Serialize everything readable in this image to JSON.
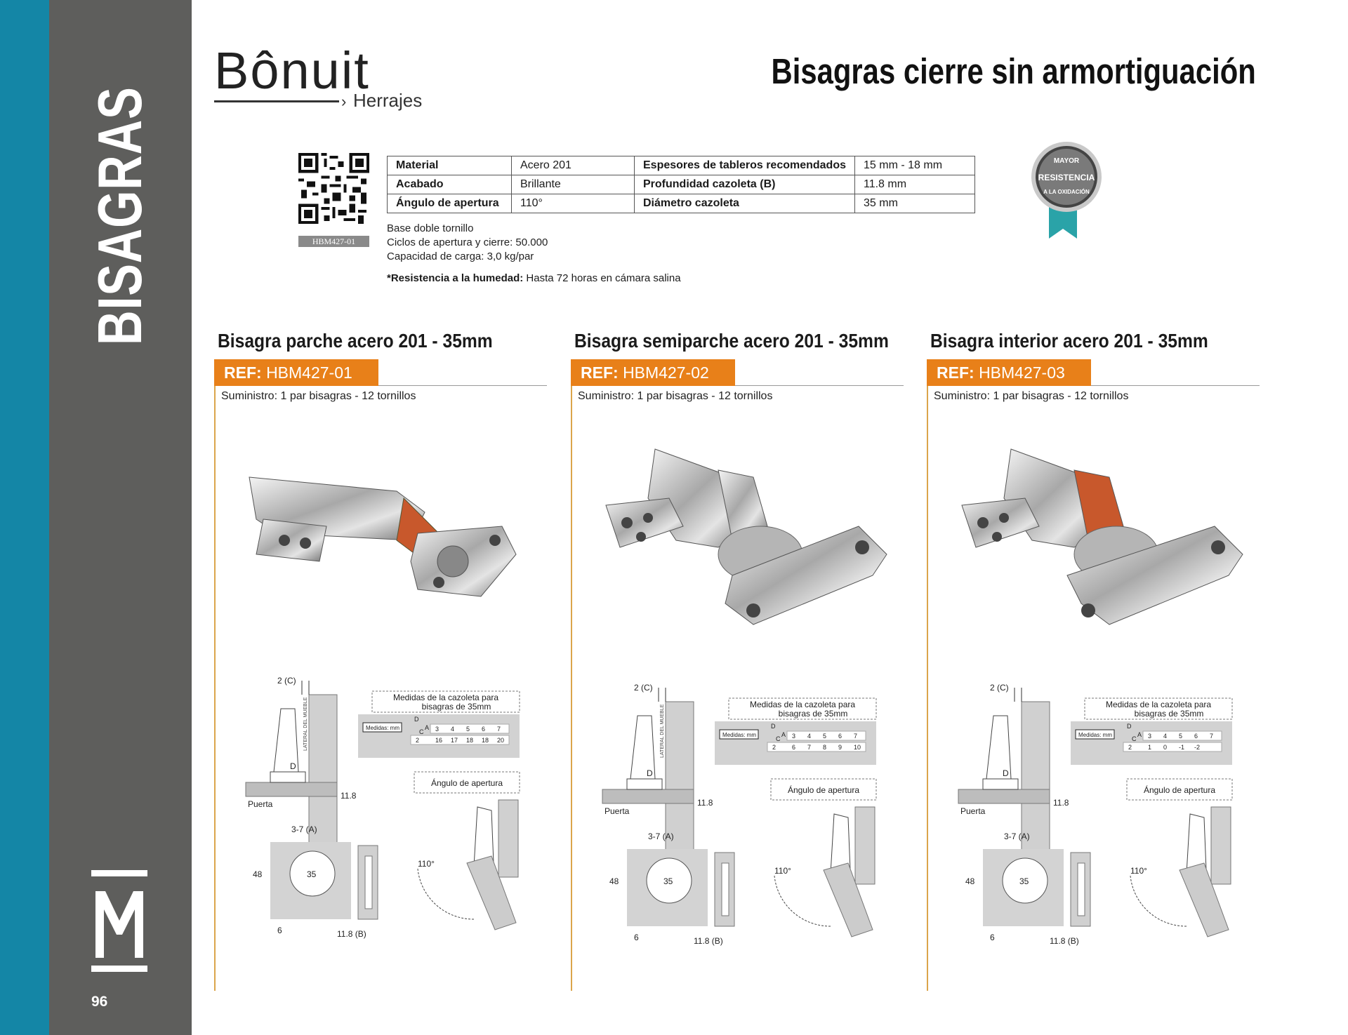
{
  "sidebar": {
    "title": "BISAGRAS",
    "page_number": "96"
  },
  "brand": {
    "name": "Bônuit",
    "sub": "Herrajes"
  },
  "page_title": "Bisagras cierre sin armortiguación",
  "qr": {
    "label": "HBM427-01"
  },
  "specs": {
    "rows": [
      {
        "k1": "Material",
        "v1": "Acero 201",
        "k2": "Espesores de tableros recomendados",
        "v2": "15 mm - 18 mm"
      },
      {
        "k1": "Acabado",
        "v1": "Brillante",
        "k2": "Profundidad cazoleta (B)",
        "v2": "11.8 mm"
      },
      {
        "k1": "Ángulo de apertura",
        "v1": "110°",
        "k2": "Diámetro cazoleta",
        "v2": "35 mm"
      }
    ],
    "notes": [
      "Base doble tornillo",
      "Ciclos de apertura y cierre: 50.000",
      "Capacidad de carga: 3,0 kg/par"
    ],
    "humidity_label": "*Resistencia a la humedad:",
    "humidity_value": "Hasta 72 horas en cámara salina"
  },
  "badge": {
    "line1": "MAYOR",
    "line2": "RESISTENCIA",
    "line3": "A LA OXIDACIÓN"
  },
  "colors": {
    "blue": "#1486a6",
    "gray": "#5e5e5c",
    "orange": "#e88019",
    "gold": "#dba54b"
  },
  "products": [
    {
      "title": "Bisagra parche acero 201  - 35mm",
      "ref_label": "REF:",
      "ref": "HBM427-01",
      "supply": "Suministro: 1 par bisagras - 12 tornillos",
      "diagram": {
        "c_label": "2 (C)",
        "lateral": "LATERAL DEL MUEBLE",
        "d": "D",
        "b_depth": "11.8",
        "door": "Puerta",
        "a_label": "3-7 (A)",
        "cup": "35",
        "h48": "48",
        "six": "6",
        "b_label": "11.8 (B)",
        "angle": "110°",
        "cup_title_1": "Medidas de la cazoleta para",
        "cup_title_2": "bisagras de 35mm",
        "table_unit": "Medidas: mm",
        "angle_title": "Ángulo de apertura",
        "t_d": "D",
        "t_a": "A",
        "t_c": "C",
        "a_vals": [
          "3",
          "4",
          "5",
          "6",
          "7"
        ],
        "c_first": "2",
        "d_vals": [
          "16",
          "17",
          "18",
          "18",
          "20"
        ]
      }
    },
    {
      "title": "Bisagra semiparche acero 201 - 35mm",
      "ref_label": "REF:",
      "ref": "HBM427-02",
      "supply": "Suministro: 1 par bisagras - 12 tornillos",
      "diagram": {
        "c_label": "2 (C)",
        "lateral": "LATERAL DEL MUEBLE",
        "d": "D",
        "b_depth": "11.8",
        "door": "Puerta",
        "a_label": "3-7 (A)",
        "cup": "35",
        "h48": "48",
        "six": "6",
        "b_label": "11.8 (B)",
        "angle": "110°",
        "cup_title_1": "Medidas de la cazoleta para",
        "cup_title_2": "bisagras de 35mm",
        "table_unit": "Medidas: mm",
        "angle_title": "Ángulo de apertura",
        "t_d": "D",
        "t_a": "A",
        "t_c": "C",
        "a_vals": [
          "3",
          "4",
          "5",
          "6",
          "7"
        ],
        "c_first": "2",
        "d_vals": [
          "6",
          "7",
          "8",
          "9",
          "10"
        ]
      }
    },
    {
      "title": "Bisagra interior acero 201  - 35mm",
      "ref_label": "REF:",
      "ref": "HBM427-03",
      "supply": "Suministro: 1 par bisagras - 12 tornillos",
      "diagram": {
        "c_label": "2 (C)",
        "lateral": "",
        "d": "D",
        "b_depth": "11.8",
        "door": "Puerta",
        "a_label": "3-7 (A)",
        "cup": "35",
        "h48": "48",
        "six": "6",
        "b_label": "11.8 (B)",
        "angle": "110°",
        "cup_title_1": "Medidas de la cazoleta para",
        "cup_title_2": "bisagras de 35mm",
        "table_unit": "Medidas: mm",
        "angle_title": "Ángulo de apertura",
        "t_d": "D",
        "t_a": "A",
        "t_c": "C",
        "a_vals": [
          "3",
          "4",
          "5",
          "6",
          "7"
        ],
        "c_first": "2",
        "d_vals": [
          "1",
          "0",
          "-1",
          "-2",
          ""
        ]
      }
    }
  ]
}
